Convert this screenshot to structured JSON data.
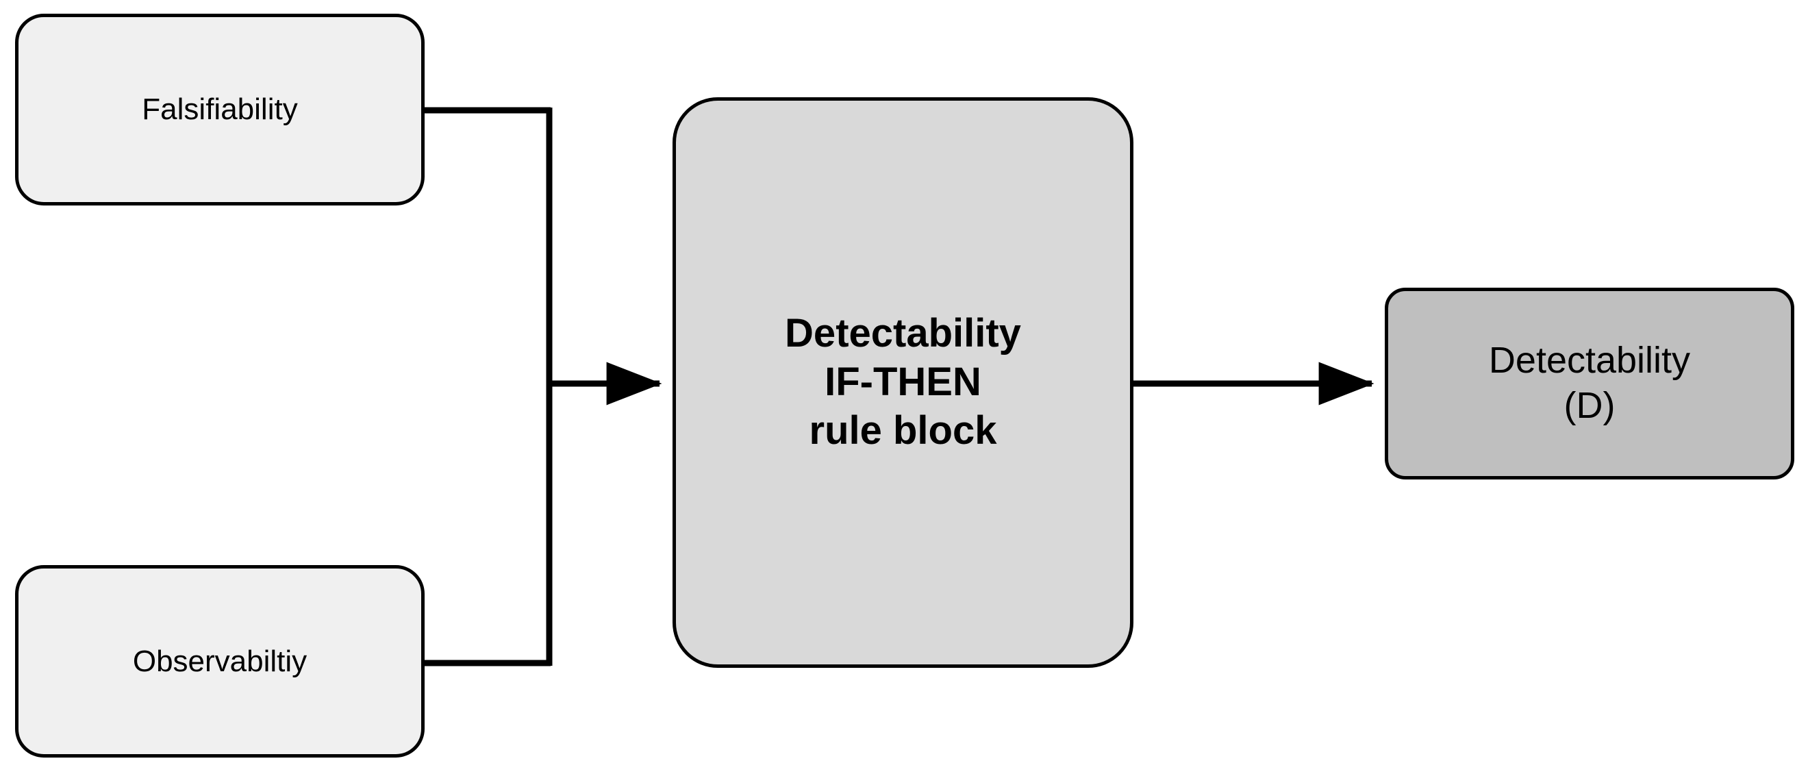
{
  "diagram": {
    "title": "Detectability IF-THEN rule block inference diagram",
    "background_color": "#ffffff",
    "line_color": "#000000",
    "nodes": {
      "falsifiability": {
        "label": "Falsifiability",
        "fill": "#f0f0f0",
        "role": "input"
      },
      "observability": {
        "label": "Observabiltiy",
        "fill": "#f0f0f0",
        "role": "input"
      },
      "rule_block": {
        "label": "Detectability\nIF-THEN\nrule block",
        "fill": "#d9d9d9",
        "role": "process"
      },
      "detectability_output": {
        "label": "Detectability\n(D)",
        "fill": "#bfbfbf",
        "role": "output"
      }
    },
    "edges": [
      {
        "name": "falsifiability-to-rule-block",
        "from": "falsifiability",
        "to": "rule_block",
        "style": "orthogonal-merge"
      },
      {
        "name": "observability-to-rule-block",
        "from": "observability",
        "to": "rule_block",
        "style": "orthogonal-merge"
      },
      {
        "name": "rule-block-to-detectability",
        "from": "rule_block",
        "to": "detectability_output",
        "style": "straight-arrow"
      }
    ]
  }
}
